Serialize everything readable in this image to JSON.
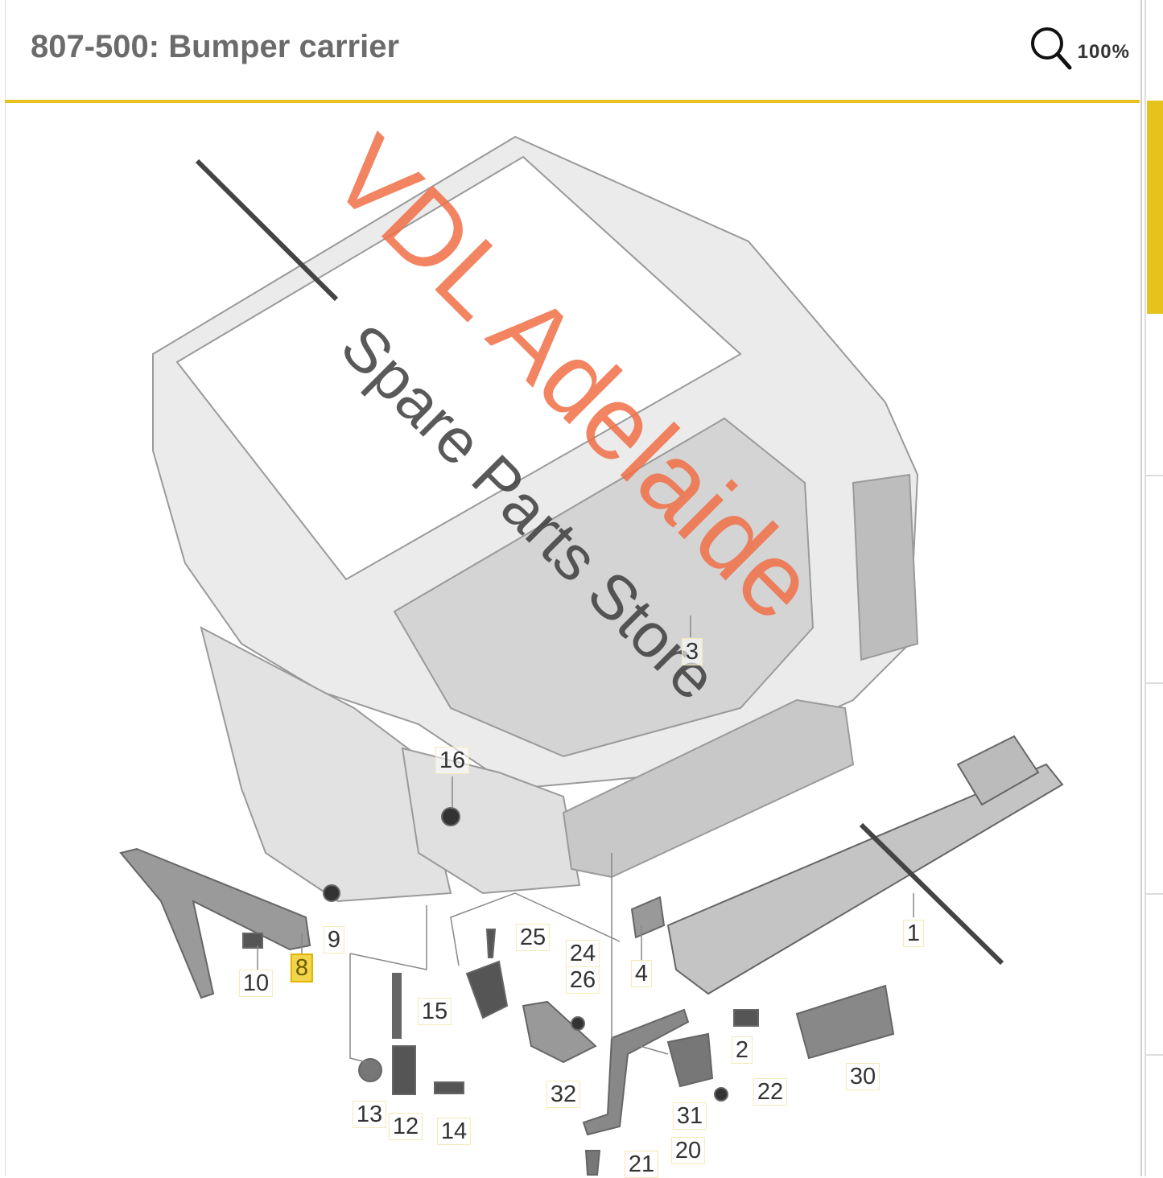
{
  "header": {
    "title": "807-500: Bumper carrier",
    "zoom_icon": "magnifier-icon",
    "zoom_level": "100%"
  },
  "colors": {
    "accent": "#e6c21d",
    "watermark_primary": "#f06e46",
    "watermark_secondary": "#3c3c3c"
  },
  "watermark": {
    "line1": "VDL Adelaide",
    "line2": "Spare Parts Store"
  },
  "diagram": {
    "selected_part": "8",
    "callouts": [
      {
        "id": "16"
      },
      {
        "id": "3"
      },
      {
        "id": "1"
      },
      {
        "id": "4"
      },
      {
        "id": "25"
      },
      {
        "id": "24"
      },
      {
        "id": "26"
      },
      {
        "id": "9"
      },
      {
        "id": "8"
      },
      {
        "id": "10"
      },
      {
        "id": "15"
      },
      {
        "id": "2"
      },
      {
        "id": "22"
      },
      {
        "id": "30"
      },
      {
        "id": "32"
      },
      {
        "id": "31"
      },
      {
        "id": "20"
      },
      {
        "id": "21"
      },
      {
        "id": "13"
      },
      {
        "id": "12"
      },
      {
        "id": "14"
      }
    ]
  }
}
